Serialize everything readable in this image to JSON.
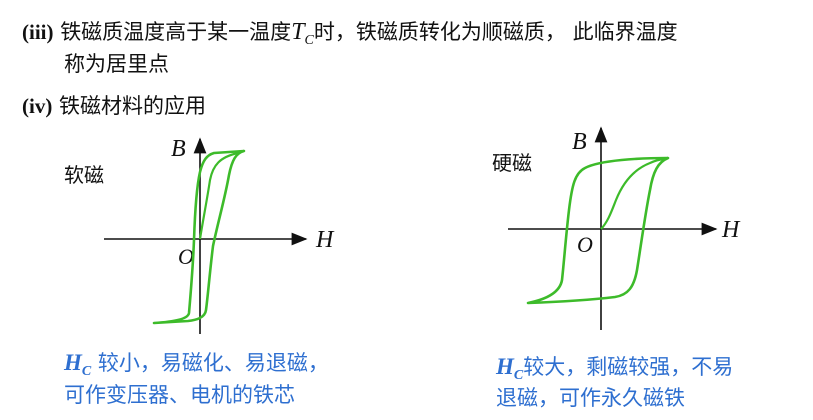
{
  "item_iii": {
    "marker": "(iii)",
    "text_before": "铁磁质温度高于某一温度",
    "var": "T",
    "var_sub": "C",
    "text_after": "时，铁磁质转化为顺磁质， 此临界温度",
    "line2": "称为居里点"
  },
  "item_iv": {
    "marker": "(iv)",
    "text": "铁磁材料的应用"
  },
  "soft": {
    "title": "软磁",
    "axis_b": "B",
    "axis_h": "H",
    "origin": "O",
    "desc_var": "H",
    "desc_sub": "C",
    "desc_line1": " 较小，易磁化、易退磁，",
    "desc_line2": "可作变压器、电机的铁芯"
  },
  "hard": {
    "title": "硬磁",
    "axis_b": "B",
    "axis_h": "H",
    "origin": "O",
    "desc_var": "H",
    "desc_sub": "C",
    "desc_line1": "较大，剩磁较强，不易",
    "desc_line2": "退磁，可作永久磁铁"
  },
  "colors": {
    "curve": "#3dbb2a",
    "axis": "#111111",
    "note": "#2e6fd0"
  }
}
